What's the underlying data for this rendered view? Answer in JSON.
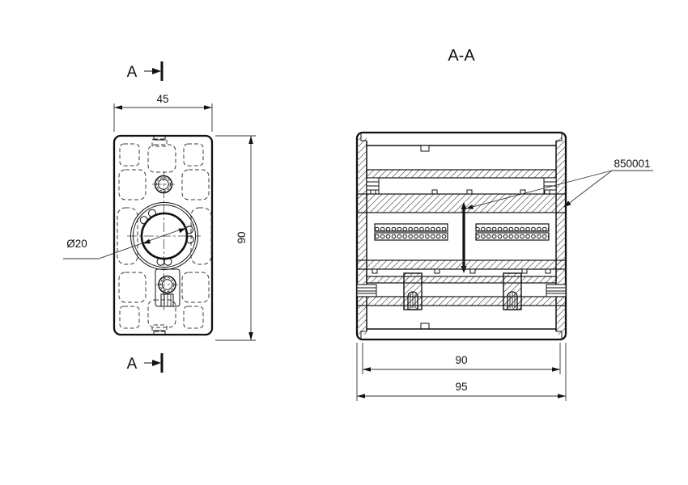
{
  "front_view": {
    "cut_label_top": "A",
    "cut_label_bottom": "A",
    "dim_width": "45",
    "dim_height": "90",
    "bore_label": "Ø20"
  },
  "section_view": {
    "title": "A-A",
    "part_number": "850001",
    "dim_body": "90",
    "dim_overall": "95"
  },
  "colors": {
    "line": "#111111",
    "background": "#ffffff",
    "hatch": "#555555"
  }
}
